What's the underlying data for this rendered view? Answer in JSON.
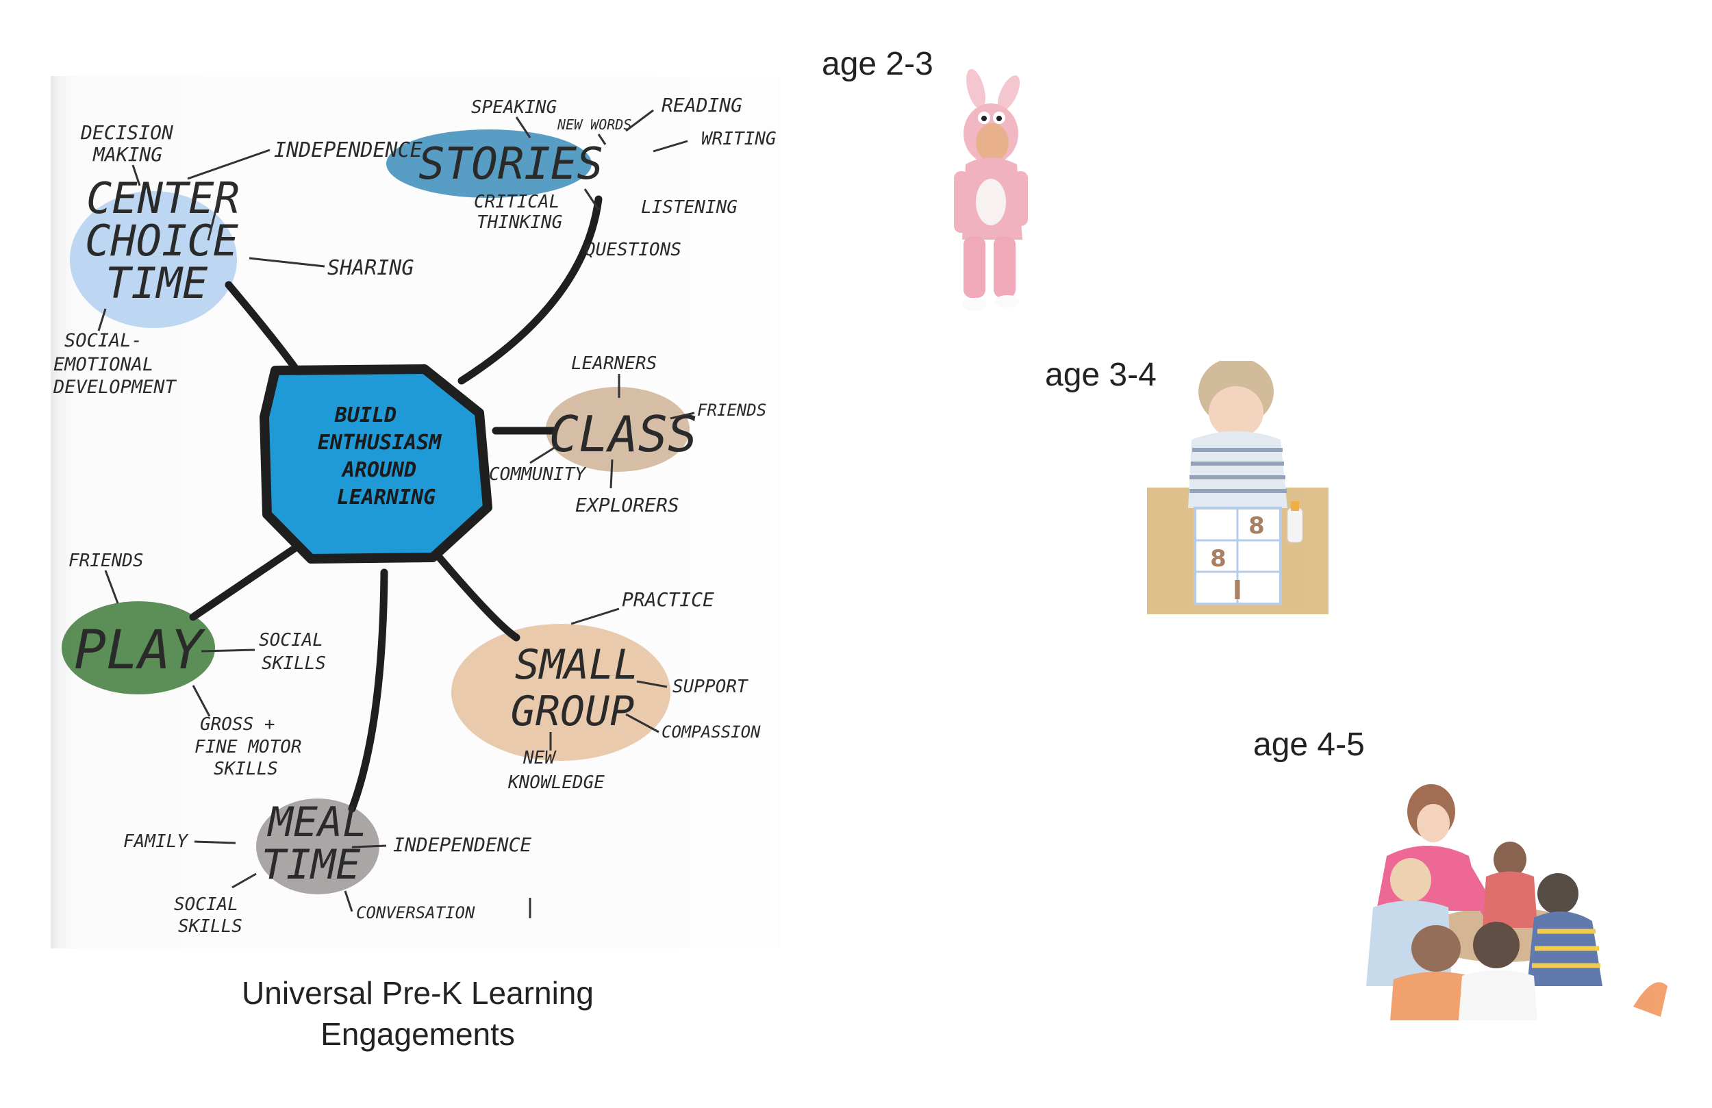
{
  "mindmap": {
    "hub": [
      "BUILD",
      "ENTHUSIASM",
      "AROUND",
      "LEARNING"
    ],
    "center_choice_time": {
      "title": [
        "CENTER",
        "CHOICE",
        "TIME"
      ],
      "decision": [
        "DECISION",
        "MAKING"
      ],
      "independence": "INDEPENDENCE",
      "sharing": "SHARING",
      "social": [
        "SOCIAL-",
        "EMOTIONAL",
        "DEVELOPMENT"
      ]
    },
    "stories": {
      "title": "STORIES",
      "speaking": "SPEAKING",
      "new_words": "NEW WORDS",
      "reading": "READING",
      "writing": "WRITING",
      "critical": [
        "CRITICAL",
        "THINKING"
      ],
      "listening": "LISTENING",
      "questions": "QUESTIONS"
    },
    "class": {
      "title": "CLASS",
      "learners": "LEARNERS",
      "friends": "FRIENDS",
      "community": "COMMUNITY",
      "explorers": "EXPLORERS"
    },
    "play": {
      "title": "PLAY",
      "friends": "FRIENDS",
      "social": [
        "SOCIAL",
        "SKILLS"
      ],
      "motor": [
        "GROSS +",
        "FINE MOTOR",
        "SKILLS"
      ]
    },
    "small_group": {
      "title": [
        "SMALL",
        "GROUP"
      ],
      "practice": "PRACTICE",
      "support": "SUPPORT",
      "compassion": "COMPASSION",
      "knowledge": [
        "NEW",
        "KNOWLEDGE"
      ]
    },
    "meal_time": {
      "title": [
        "MEAL",
        "TIME"
      ],
      "family": "FAMILY",
      "independence": "INDEPENDENCE",
      "social": [
        "SOCIAL",
        "SKILLS"
      ],
      "conversation": "CONVERSATION"
    }
  },
  "caption": [
    "Universal Pre-K Learning",
    "Engagements"
  ],
  "age_labels": [
    "age 2-3",
    "age 3-4",
    "age 4-5"
  ]
}
